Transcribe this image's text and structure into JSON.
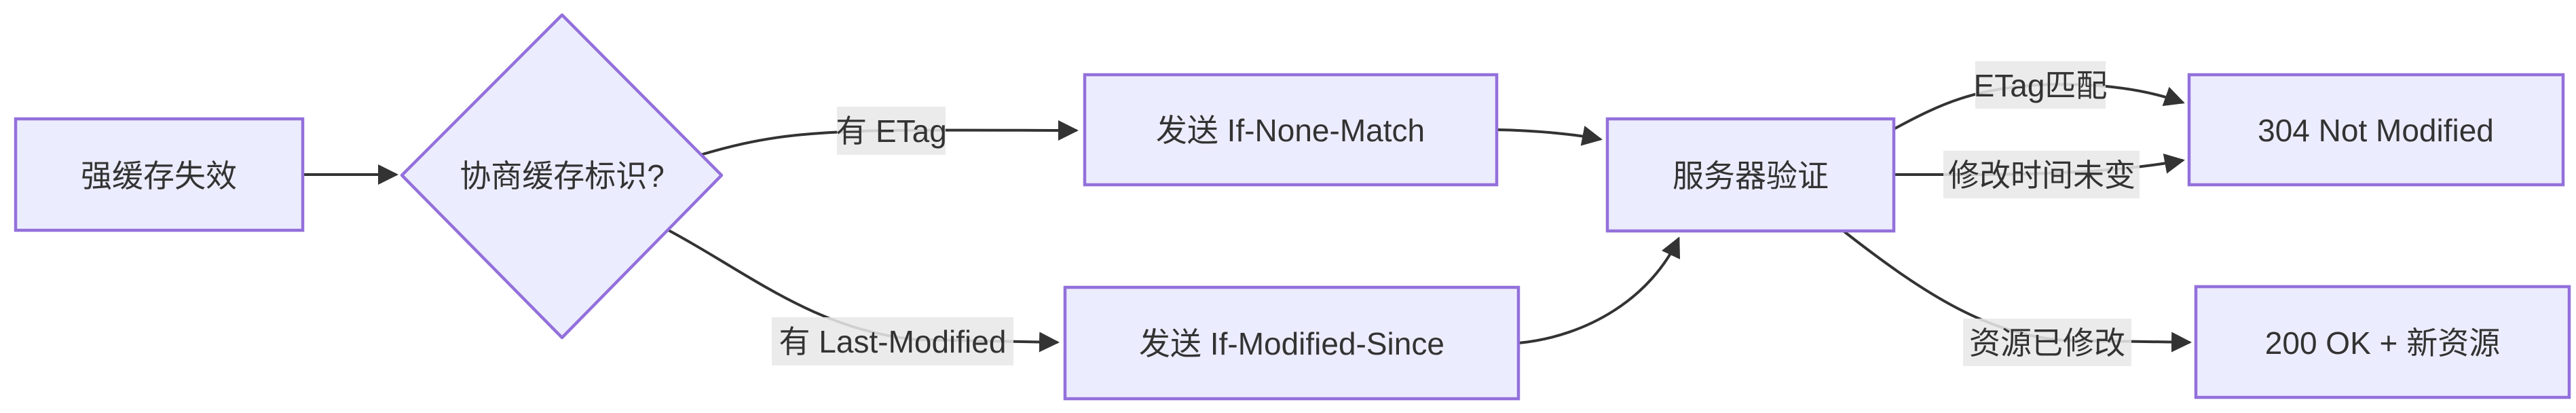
{
  "diagram": {
    "type": "flowchart-LR",
    "colors": {
      "node_fill": "#ECECFF",
      "node_border": "#9370DB",
      "edge_line": "#333333",
      "text": "#333333",
      "edge_label_bg": "#e8e8e8",
      "background": "#ffffff"
    },
    "nodes": [
      {
        "id": "A",
        "shape": "rect",
        "label": "强缓存失效"
      },
      {
        "id": "B",
        "shape": "diamond",
        "label": "协商缓存标识?"
      },
      {
        "id": "C",
        "shape": "rect",
        "label": "发送 If-None-Match"
      },
      {
        "id": "D",
        "shape": "rect",
        "label": "发送 If-Modified-Since"
      },
      {
        "id": "E",
        "shape": "rect",
        "label": "服务器验证"
      },
      {
        "id": "F",
        "shape": "rect",
        "label": "304 Not Modified"
      },
      {
        "id": "G",
        "shape": "rect",
        "label": "200 OK + 新资源"
      }
    ],
    "edges": [
      {
        "from": "A",
        "to": "B",
        "label": ""
      },
      {
        "from": "B",
        "to": "C",
        "label": "有 ETag"
      },
      {
        "from": "B",
        "to": "D",
        "label": "有 Last-Modified"
      },
      {
        "from": "C",
        "to": "E",
        "label": ""
      },
      {
        "from": "D",
        "to": "E",
        "label": ""
      },
      {
        "from": "E",
        "to": "F",
        "label": "ETag匹配"
      },
      {
        "from": "E",
        "to": "F",
        "label": "修改时间未变"
      },
      {
        "from": "E",
        "to": "G",
        "label": "资源已修改"
      }
    ]
  }
}
